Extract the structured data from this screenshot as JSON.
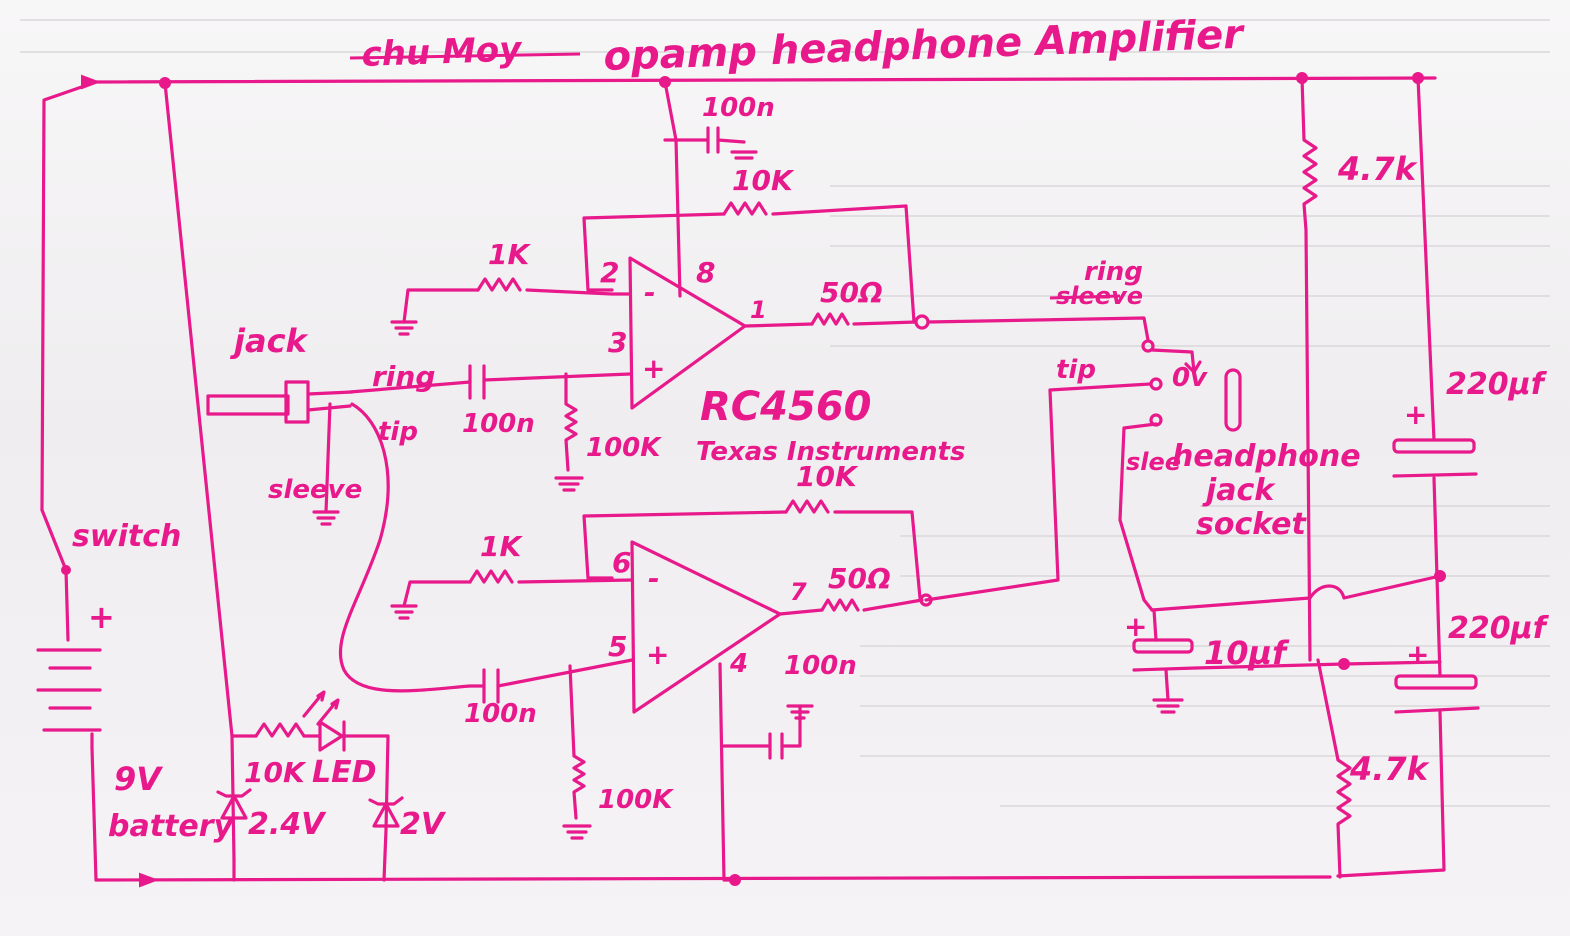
{
  "title": {
    "struck_word": "chu Moy",
    "main": "opamp headphone Amplifier"
  },
  "ic": {
    "part": "RC4560",
    "maker": "Texas Instruments"
  },
  "labels": {
    "c_feedback_top": "100n",
    "r_feedback_top": "10K",
    "r_in_top": "1K",
    "r_out_top": "50Ω",
    "c_in_top": "100n",
    "r_bias_top": "100K",
    "r_feedback_bottom": "10K",
    "r_in_bottom": "1K",
    "r_out_bottom": "50Ω",
    "c_in_bottom": "100n",
    "r_bias_bottom": "100K",
    "c_decouple_bottom": "100n",
    "r_divider_top": "4.7k",
    "r_divider_bottom": "4.7k",
    "c_rail_top": "220µf",
    "c_rail_bottom": "220µf",
    "c_ground": "10µf",
    "r_led": "10K",
    "led": "LED",
    "zener_left": "2.4V",
    "zener_right": "2V",
    "battery_voltage": "9V",
    "battery_word": "battery",
    "switch": "switch",
    "plus_battery": "+",
    "plus_c_top": "+",
    "plus_c_bottom": "+",
    "plus_c_ground": "+",
    "minus_top": "-",
    "plus_top": "+",
    "minus_bottom": "-",
    "plus_bottom": "+",
    "pin2": "2",
    "pin3": "3",
    "pin8": "8",
    "pin1": "1",
    "pin6": "6",
    "pin5": "5",
    "pin7": "7",
    "pin4": "4",
    "input_jack": "jack",
    "input_ring": "ring",
    "input_tip": "tip",
    "input_sleeve": "sleeve",
    "out_ring": "ring",
    "out_sleeve": "sleeve",
    "out_tip": "tip",
    "out_0v": "0v",
    "out_sleeve_small": "slee",
    "out_jack_line1": "headphone",
    "out_jack_line2": "jack",
    "out_jack_line3": "socket"
  },
  "colors": {
    "ink": "#e8198b",
    "paper": "#f6f4f6"
  }
}
